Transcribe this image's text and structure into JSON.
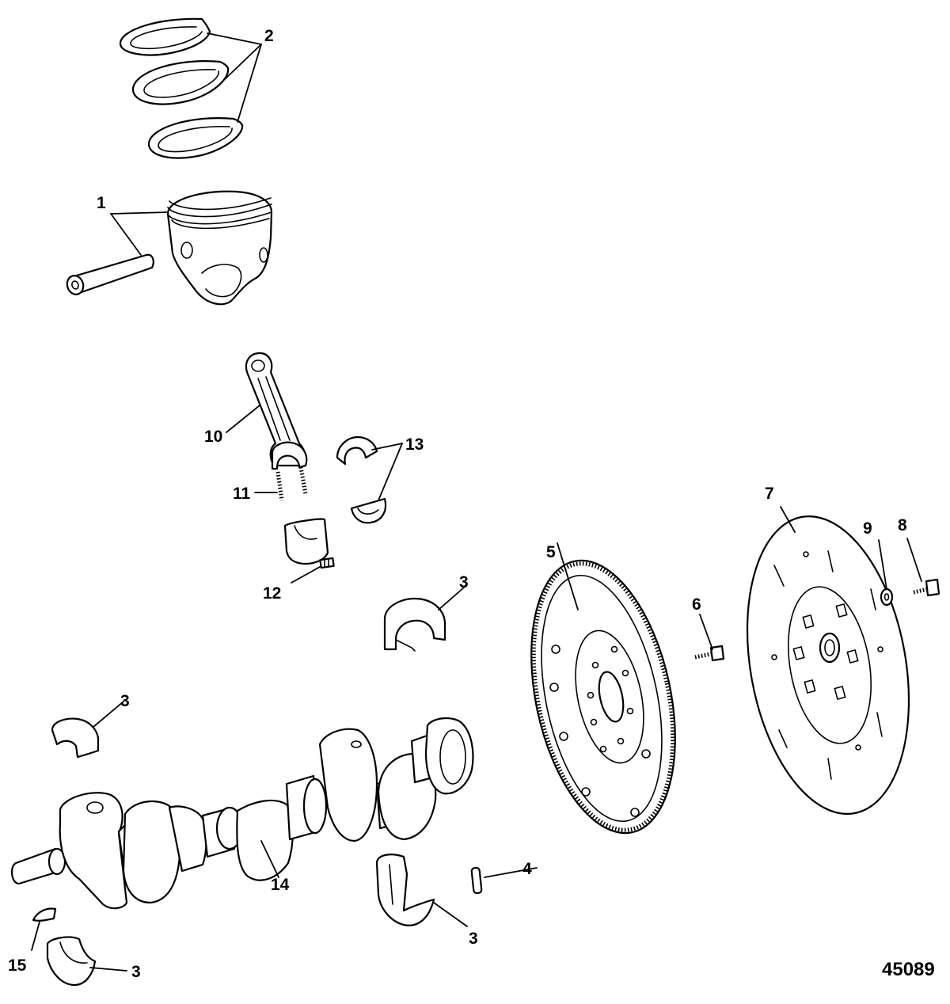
{
  "figure_number": "45089",
  "callouts": {
    "c1": "1",
    "c2": "2",
    "c3a": "3",
    "c3b": "3",
    "c3c": "3",
    "c3d": "3",
    "c4": "4",
    "c5": "5",
    "c6": "6",
    "c7": "7",
    "c8": "8",
    "c9": "9",
    "c10": "10",
    "c11": "11",
    "c12": "12",
    "c13": "13",
    "c14": "14",
    "c15": "15"
  }
}
